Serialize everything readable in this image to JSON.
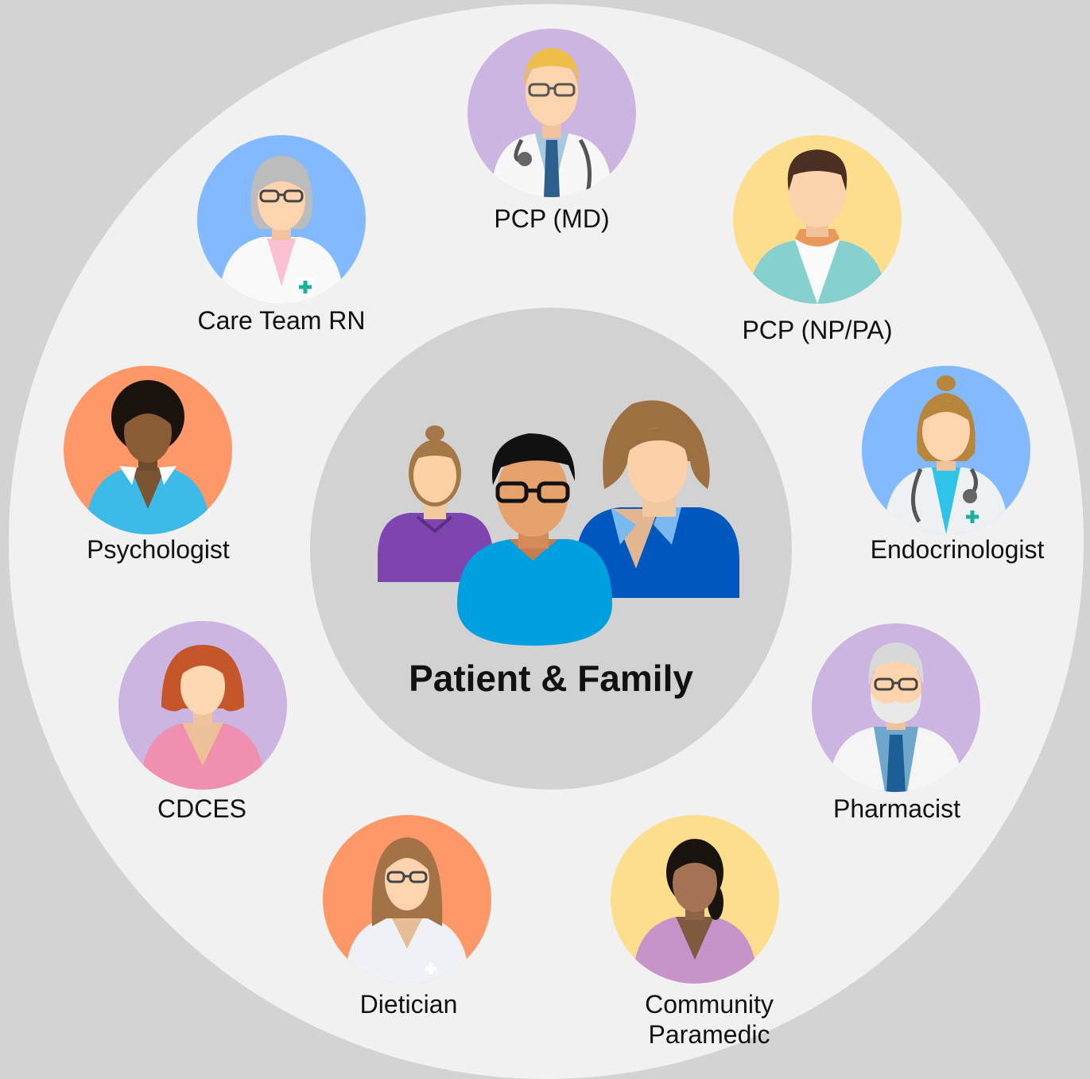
{
  "center": {
    "label": "Patient & Family"
  },
  "roles": {
    "pcp_md": {
      "label": "PCP (MD)",
      "bg": "#cdb5e2"
    },
    "pcp_np_pa": {
      "label": "PCP (NP/PA)",
      "bg": "#fdde8c"
    },
    "care_team_rn": {
      "label": "Care Team RN",
      "bg": "#82b9ff"
    },
    "psychologist": {
      "label": "Psychologist",
      "bg": "#ff9868"
    },
    "endocrinologist": {
      "label": "Endocrinologist",
      "bg": "#82b9ff"
    },
    "cdces": {
      "label": "CDCES",
      "bg": "#cdb5e2"
    },
    "pharmacist": {
      "label": "Pharmacist",
      "bg": "#cdb5e2"
    },
    "dietician": {
      "label": "Dietician",
      "bg": "#ff9868"
    },
    "community_paramedic": {
      "label_line1": "Community",
      "label_line2": "Paramedic",
      "bg": "#fdde8c"
    }
  }
}
